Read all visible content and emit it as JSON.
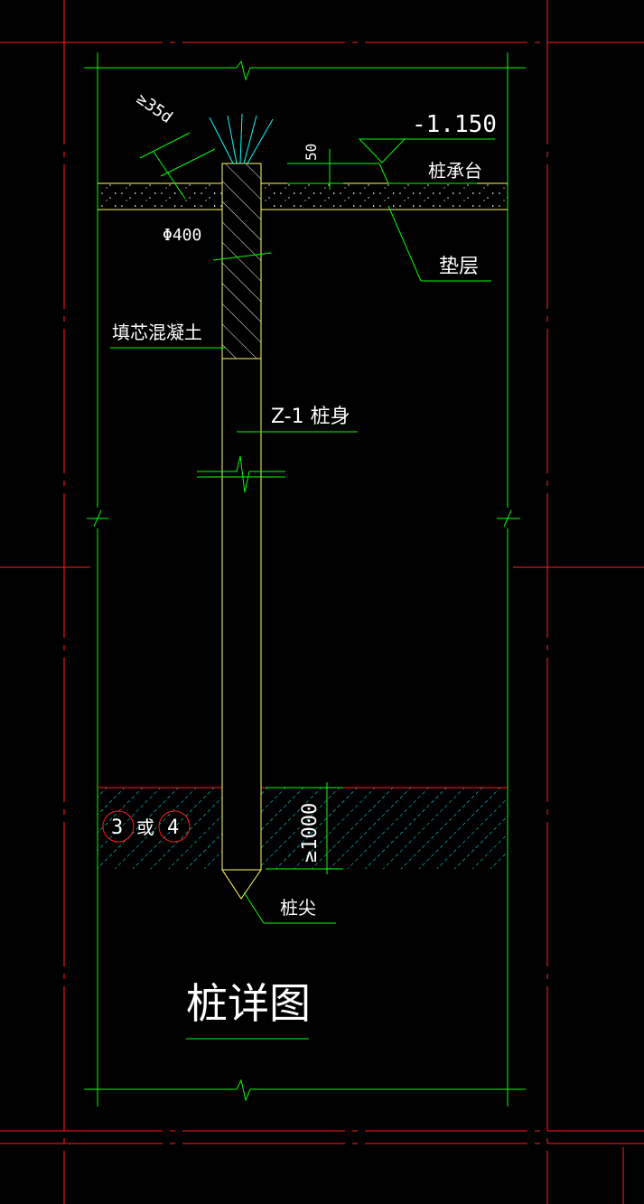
{
  "colors": {
    "background": "#000000",
    "axis": "#ff2020",
    "outline": "#00ff00",
    "pile": "#ffff66",
    "hatch": "#00ffff",
    "text": "#ffffff",
    "leader": "#00ff00"
  },
  "labels": {
    "elevation": "-1.150",
    "cap_dim": "50",
    "anchor": "≥35d",
    "cap": "桩承台",
    "diameter": "Φ400",
    "cushion": "垫层",
    "infill": "填芯混凝土",
    "pile_body": "Z-1 桩身",
    "embed_dim": "≥1000",
    "layer_a": "3",
    "layer_or": "或",
    "layer_b": "4",
    "tip": "桩尖",
    "title": "桩详图"
  }
}
